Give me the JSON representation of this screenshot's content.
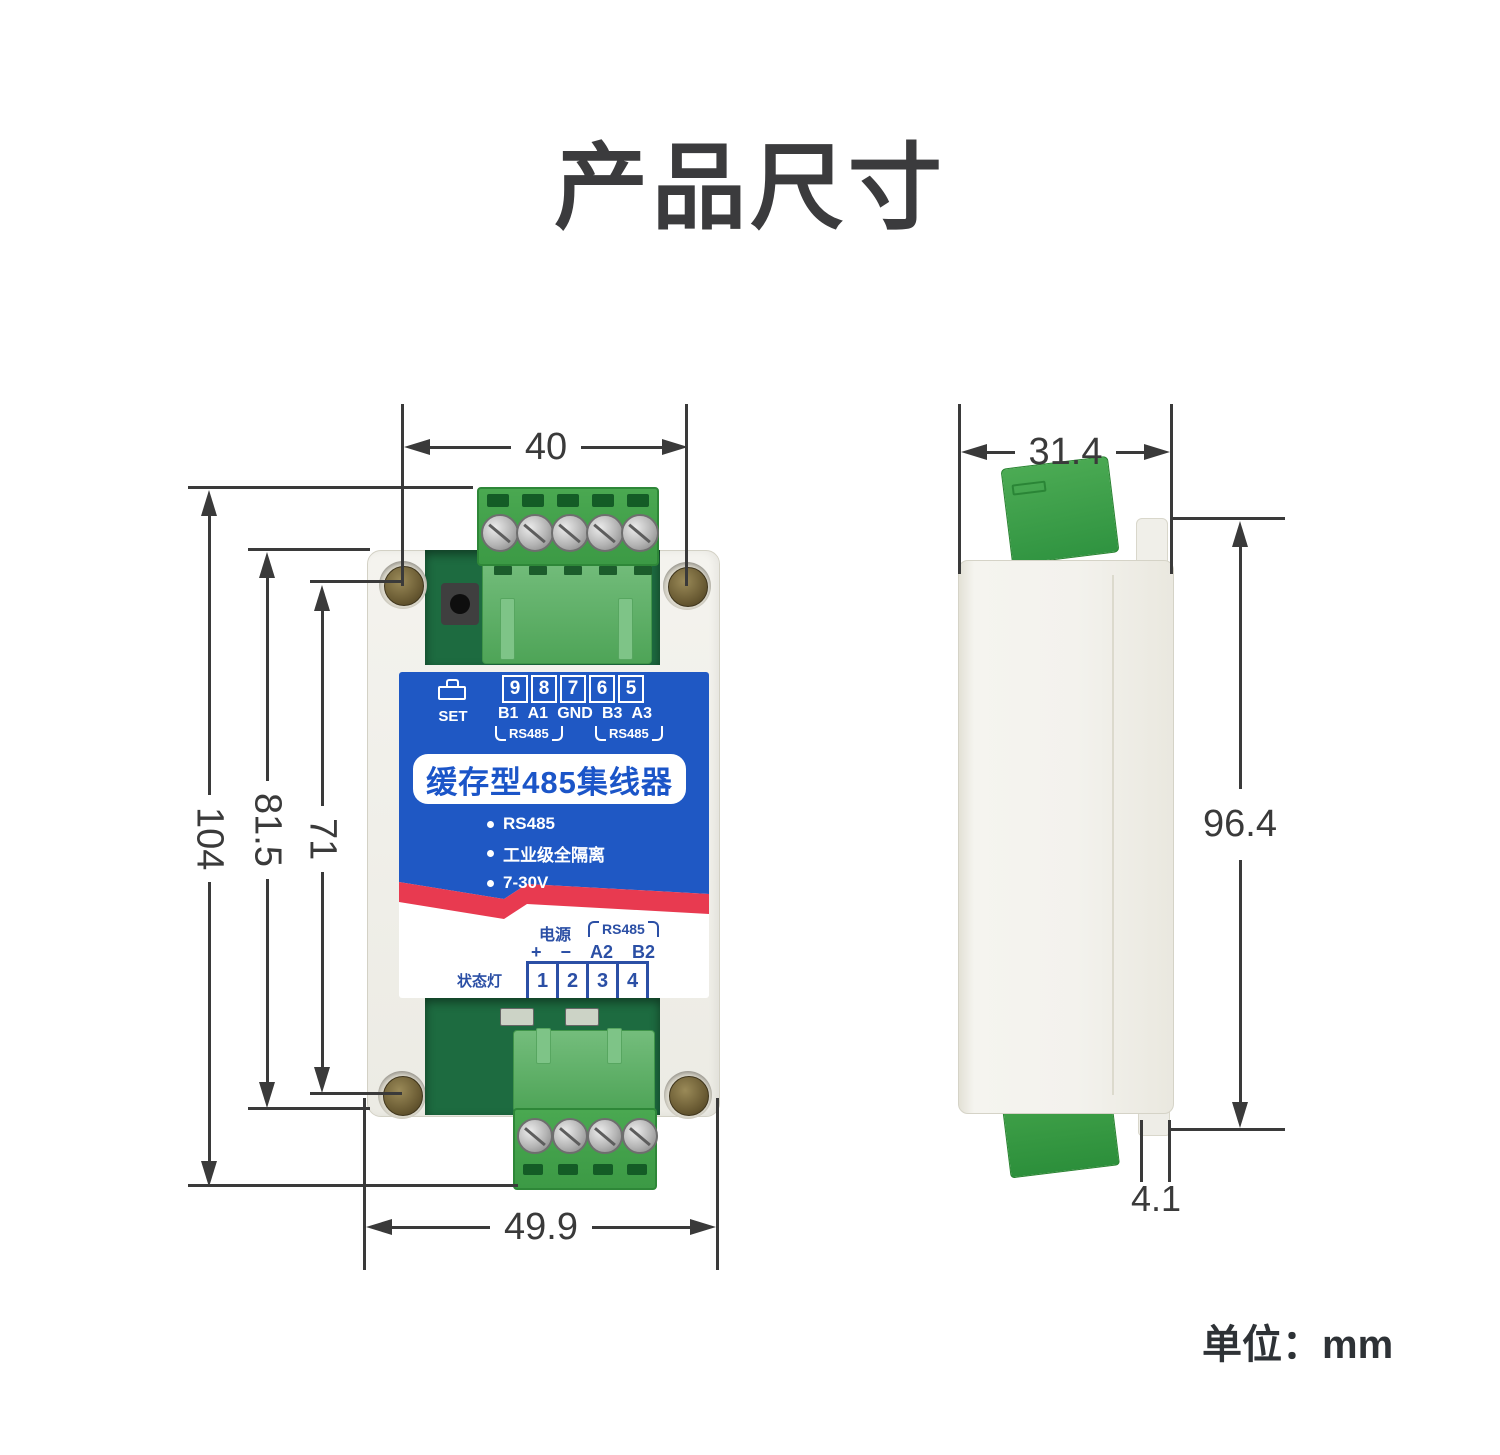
{
  "title": "产品尺寸",
  "unit_label": "单位：mm",
  "colors": {
    "dimension_line": "#3a3a3a",
    "label_blue": "#1f58c4",
    "stripe_red": "#e83a50",
    "terminal_green": "#42a04a",
    "pin_text_blue": "#2b4fa5"
  },
  "front_view": {
    "dims": {
      "mount_hole_span": "40",
      "overall_height": "104",
      "body_height": "81.5",
      "mount_hole_pitch": "71",
      "overall_width": "49.9"
    },
    "label": {
      "set_label": "SET",
      "top_ports": [
        "9",
        "8",
        "7",
        "6",
        "5"
      ],
      "top_pins": [
        "B1",
        "A1",
        "GND",
        "B3",
        "A3"
      ],
      "rs485_left": "RS485",
      "rs485_right": "RS485",
      "product_name": "缓存型485集线器",
      "features": [
        "RS485",
        "工业级全隔离",
        "7-30V"
      ],
      "power_label": "电源",
      "rs485_bottom": "RS485",
      "power_pins": [
        "+",
        "−",
        "A2",
        "B2"
      ],
      "status_label": "状态灯",
      "bottom_ports": [
        "1",
        "2",
        "3",
        "4"
      ]
    }
  },
  "side_view": {
    "dims": {
      "depth": "31.4",
      "height": "96.4",
      "rail_lip": "4.1"
    }
  }
}
